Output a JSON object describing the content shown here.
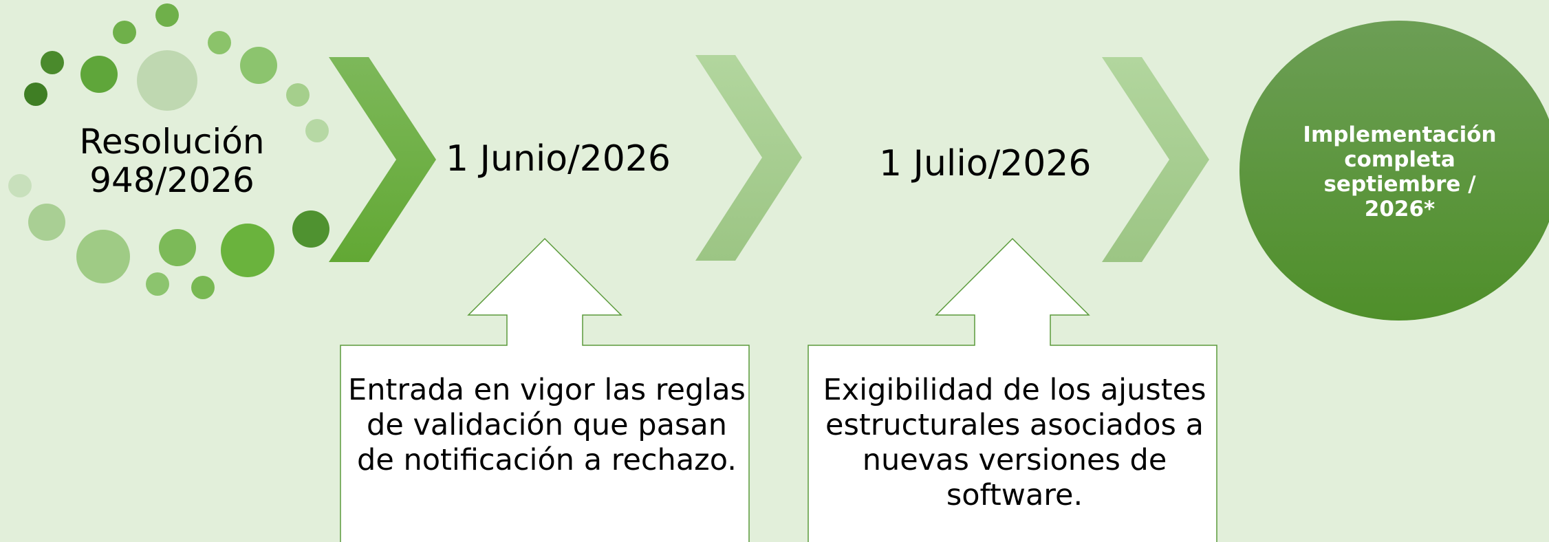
{
  "origin": {
    "label": "Resolución 948/2026"
  },
  "milestones": [
    {
      "date": "1 Junio/2026",
      "note": "Entrada en vigor las reglas de validación que pasan de notificación a rechazo."
    },
    {
      "date": "1 Julio/2026",
      "note": "Exigibilidad de los ajustes estructurales asociados a nuevas versiones de software."
    }
  ],
  "final": {
    "label": "Implementación completa septiembre / 2026*"
  },
  "colors": {
    "background": "#e2efda",
    "chevron_dark": "#6aac3c",
    "chevron_light": "#a9cf92",
    "circle_dark": "#5a9a38",
    "callout_border": "#5a9a3a"
  }
}
